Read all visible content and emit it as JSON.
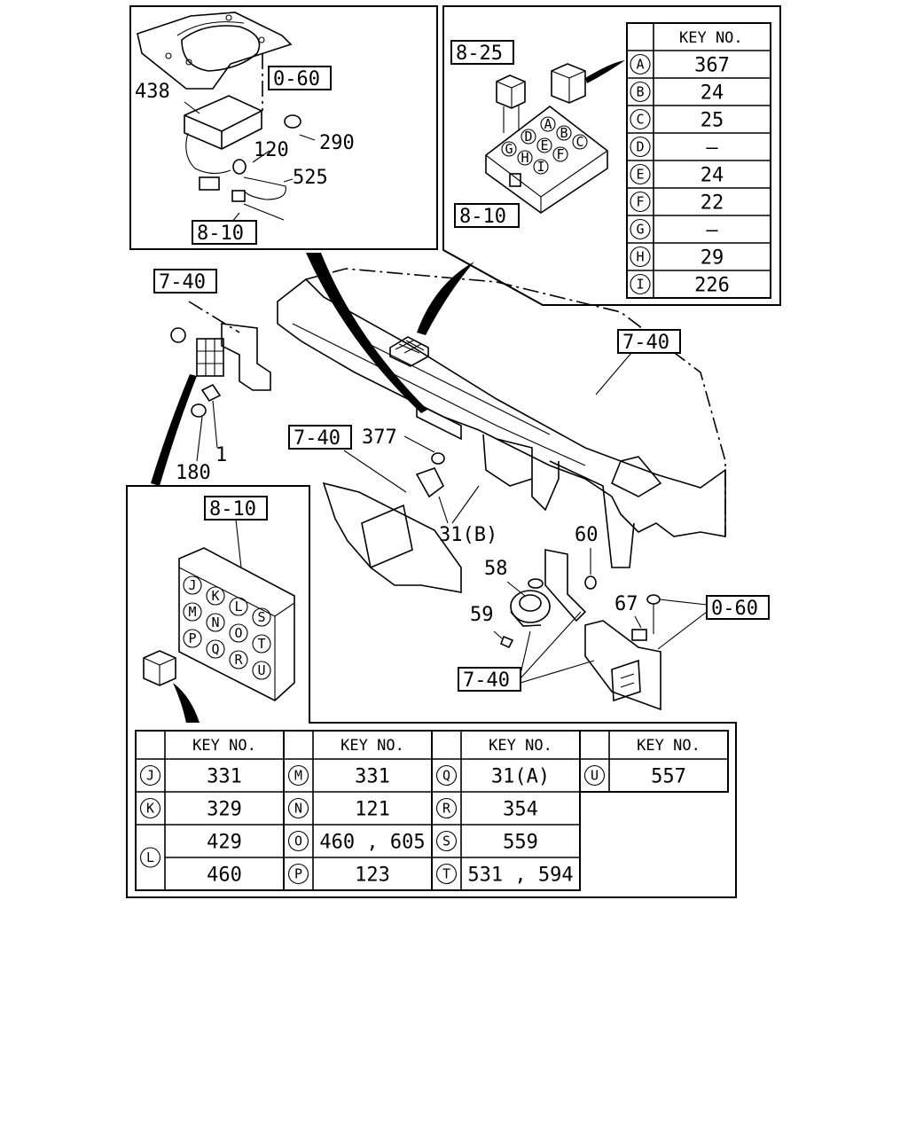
{
  "labels": {
    "ref_0_60_top": "0-60",
    "n438": "438",
    "n120": "120",
    "n290": "290",
    "n525": "525",
    "ref_8_10_a": "8-10",
    "ref_8_25": "8-25",
    "ref_8_10_b": "8-10",
    "ref_7_40_left": "7-40",
    "ref_7_40_right": "7-40",
    "n180": "180",
    "n1": "1",
    "ref_7_40_mid": "7-40",
    "n377": "377",
    "n31b": "31(B)",
    "n60": "60",
    "n58": "58",
    "n59": "59",
    "n67": "67",
    "ref_0_60_right": "0-60",
    "ref_7_40_bottom": "7-40",
    "ref_8_10_c": "8-10"
  },
  "relay_grid_bottom": [
    "J",
    "K",
    "L",
    "S",
    "M",
    "N",
    "O",
    "T",
    "P",
    "Q",
    "R",
    "U"
  ],
  "relay_grid_top": [
    "A",
    "B",
    "C",
    "D",
    "E",
    "F",
    "G",
    "H",
    "I"
  ],
  "table_top": {
    "header": "KEY NO.",
    "rows": [
      {
        "key": "A",
        "value": "367"
      },
      {
        "key": "B",
        "value": "24"
      },
      {
        "key": "C",
        "value": "25"
      },
      {
        "key": "D",
        "value": "—"
      },
      {
        "key": "E",
        "value": "24"
      },
      {
        "key": "F",
        "value": "22"
      },
      {
        "key": "G",
        "value": "—"
      },
      {
        "key": "H",
        "value": "29"
      },
      {
        "key": "I",
        "value": "226"
      }
    ]
  },
  "table_bottom": {
    "headers": [
      "KEY NO.",
      "KEY NO.",
      "KEY NO.",
      "KEY NO."
    ],
    "col1": [
      {
        "key": "J",
        "value": "331"
      },
      {
        "key": "K",
        "value": "329"
      },
      {
        "key": "L",
        "value": "429"
      },
      {
        "key": "",
        "value": "460"
      }
    ],
    "col2": [
      {
        "key": "M",
        "value": "331"
      },
      {
        "key": "N",
        "value": "121"
      },
      {
        "key": "O",
        "value": "460 , 605"
      },
      {
        "key": "P",
        "value": "123"
      }
    ],
    "col3": [
      {
        "key": "Q",
        "value": "31(A)"
      },
      {
        "key": "R",
        "value": "354"
      },
      {
        "key": "S",
        "value": "559"
      },
      {
        "key": "T",
        "value": "531 , 594"
      }
    ],
    "col4": [
      {
        "key": "U",
        "value": "557"
      }
    ]
  }
}
